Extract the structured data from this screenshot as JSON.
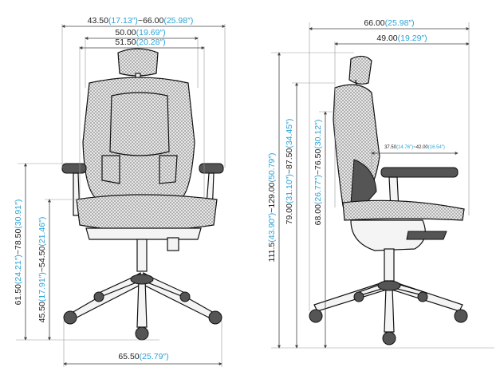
{
  "front_view": {
    "dim_overall_width": {
      "black_a": "43.50",
      "blue_a": "(17.13″)",
      "sep": "~",
      "black_b": "66.00",
      "blue_b": "(25.98″)"
    },
    "dim_back_width": {
      "black": "50.00",
      "blue": "(19.69″)"
    },
    "dim_inner_width": {
      "black": "51.50",
      "blue": "(20.28″)"
    },
    "dim_base_width": {
      "black": "65.50",
      "blue": "(25.79″)"
    },
    "dim_armrest_height": {
      "black_a": "61.50",
      "blue_a": "(24.21″)",
      "sep": "~",
      "black_b": "78.50",
      "blue_b": "(30.91″)"
    },
    "dim_seat_height": {
      "black_a": "45.50",
      "blue_a": "(17.91″)",
      "sep": "~",
      "black_b": "54.50",
      "blue_b": "(21.46″)"
    }
  },
  "side_view": {
    "dim_overall_depth": {
      "black": "66.00",
      "blue": "(25.98″)"
    },
    "dim_seat_depth": {
      "black": "49.00",
      "blue": "(19.29″)"
    },
    "dim_total_height": {
      "black_a": "111.5",
      "blue_a": "(43.90″)",
      "sep": "~",
      "black_b": "129.00",
      "blue_b": "(50.79″)"
    },
    "dim_back_height": {
      "black_a": "79.00",
      "blue_a": "(31.10″)",
      "sep": "~",
      "black_b": "87.50",
      "blue_b": "(34.45″)"
    },
    "dim_backrest_height": {
      "black_a": "68.00",
      "blue_a": "(26.77″)",
      "sep": "~",
      "black_b": "76.50",
      "blue_b": "(30.12″)"
    },
    "dim_arm_depth": {
      "black_a": "37.50",
      "blue_a": "(14.76″)",
      "sep": "~",
      "black_b": "42.00",
      "blue_b": "(16.54″)"
    }
  },
  "colors": {
    "black_text": "#222222",
    "blue_text": "#2aa3d6",
    "line": "#444444",
    "frame": "#111111"
  }
}
